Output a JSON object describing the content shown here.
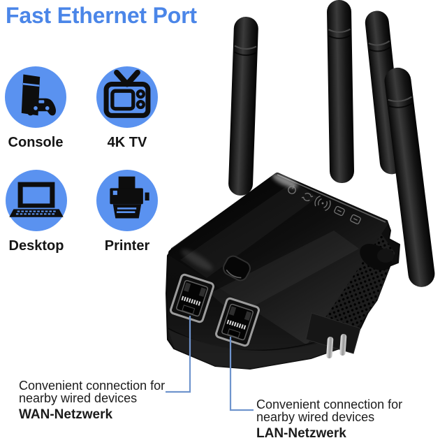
{
  "title": {
    "text": "Fast Ethernet Port"
  },
  "connected_devices": {
    "items": [
      {
        "label": "Console",
        "icon": "game-console-icon"
      },
      {
        "label": "4K TV",
        "icon": "retro-tv-icon"
      },
      {
        "label": "Desktop",
        "icon": "laptop-icon"
      },
      {
        "label": "Printer",
        "icon": "printer-icon"
      }
    ]
  },
  "extender": {
    "type": "wifi-range-extender",
    "antenna_count": 4,
    "port_count": 2,
    "led_icons": [
      "power-icon",
      "wps-icon",
      "wifi-signal-icon",
      "wan-led-icon",
      "lan-led-icon"
    ]
  },
  "callouts": [
    {
      "id": "wan",
      "line1": "Convenient connection for",
      "line2": "nearby wired devices",
      "port_label": "WAN-Netzwerk"
    },
    {
      "id": "lan",
      "line1": "Convenient connection for",
      "line2": "nearby wired devices",
      "port_label": "LAN-Netzwerk"
    }
  ],
  "colors": {
    "title_blue": "#4b86e8",
    "icon_circle_blue": "#5a92f0",
    "icon_glyph_black": "#0d0d0d",
    "callout_line_blue": "#6f94cd",
    "device_body_black": "#131313"
  }
}
